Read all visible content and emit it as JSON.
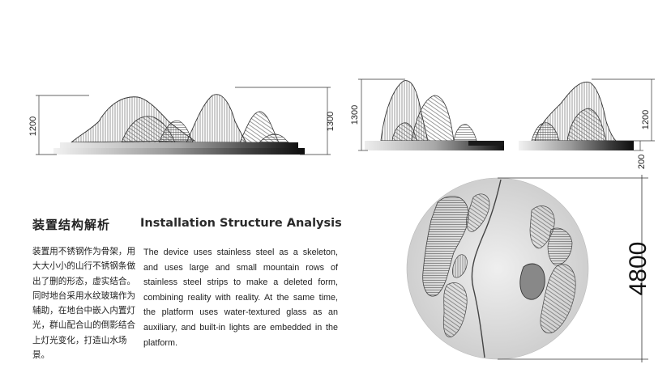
{
  "left_elevation": {
    "dim_left": "1200",
    "dim_right": "1300"
  },
  "right_elevation": {
    "dim_left": "1300",
    "dim_right_top": "1200",
    "dim_right_bottom": "200"
  },
  "plan": {
    "dim_diameter": "4800"
  },
  "analysis": {
    "title_cn": "装置结构解析",
    "title_en": "Installation Structure Analysis",
    "description_cn": "装置用不锈钢作为骨架，用大大小小的山行不锈钢条做出了删的形态，虚实结合。同时地台采用水纹玻璃作为辅助，在地台中嵌入内置灯光，群山配合山的倒影结合上灯光变化，打造山水场景。",
    "description_en": "The device uses stainless steel as a skeleton, and uses large and small mountain rows of stainless steel strips to make a deleted form, combining reality with reality. At the same time, the platform uses water-textured glass as an auxiliary, and built-in lights are embedded in the platform."
  },
  "colors": {
    "line": "#333333",
    "platform_dark": "#1a1a1a",
    "plan_disc": "#dcdcdc"
  }
}
